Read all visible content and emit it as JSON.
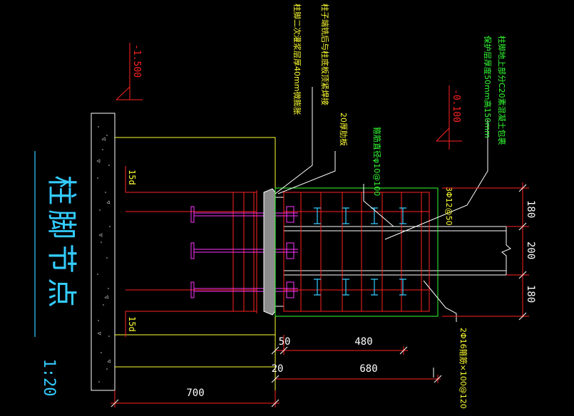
{
  "title": "柱脚节点",
  "scale": "1:20",
  "elevations": {
    "top": "-1.500",
    "right": "-0.100"
  },
  "notes": {
    "base_plate": "柱子端铣后与柱底板顶紧焊接",
    "grout": "柱脚二次灌浆层厚40mm微膨胀",
    "stiffener": "20厚肋板",
    "stirrups": "箍筋直径φ10@100",
    "concrete_pedestal": "柱脚地上部分C20素混凝土包裹",
    "cover": "保护层厚度50mm高150mm",
    "bars_mid": "3Φ12@50",
    "bars_bottom": "2Φ16箍筋×100@120"
  },
  "anchor_labels": {
    "top": "15d",
    "bottom": "15d"
  },
  "dimensions": {
    "horizontal": {
      "d50": "50",
      "d480": "480",
      "d20": "20",
      "d680": "680",
      "d700": "700"
    },
    "vertical": {
      "top": "180",
      "middle": "200",
      "bottom": "180"
    }
  },
  "colors": {
    "red": "#ff2222",
    "yellow": "#ffff33",
    "green": "#33ff33",
    "cyan": "#33ccff",
    "white": "#ffffff",
    "magenta": "#ff33ff"
  }
}
